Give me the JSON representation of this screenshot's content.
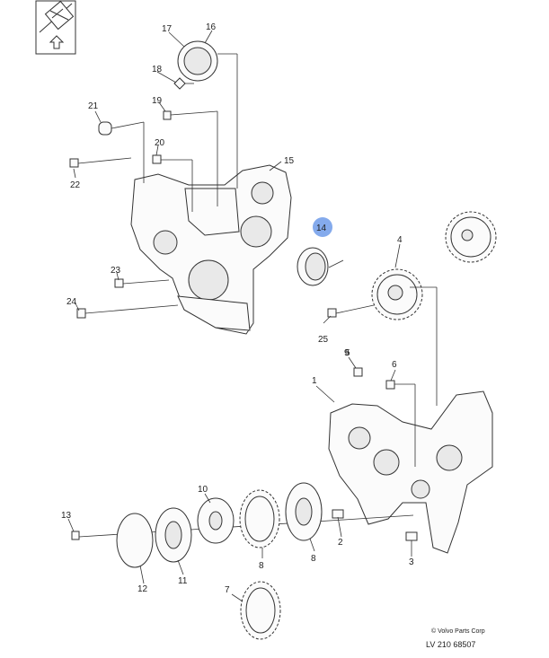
{
  "callouts": {
    "c1": "1",
    "c2": "2",
    "c3": "3",
    "c4": "4",
    "c5": "5",
    "c6": "6",
    "c7": "7",
    "c8a": "8",
    "c8b": "8",
    "c9": "9",
    "c10": "10",
    "c11": "11",
    "c12": "12",
    "c13": "13",
    "c14": "14",
    "c15": "15",
    "c16": "16",
    "c17": "17",
    "c18": "18",
    "c19": "19",
    "c20": "20",
    "c21": "21",
    "c22": "22",
    "c23": "23",
    "c24": "24",
    "c25": "25"
  },
  "credit": {
    "line1": "© Volvo Parts Corp",
    "line2": "LV 210 68507"
  },
  "colors": {
    "highlight": "#5b8ee6",
    "line": "#333333"
  }
}
